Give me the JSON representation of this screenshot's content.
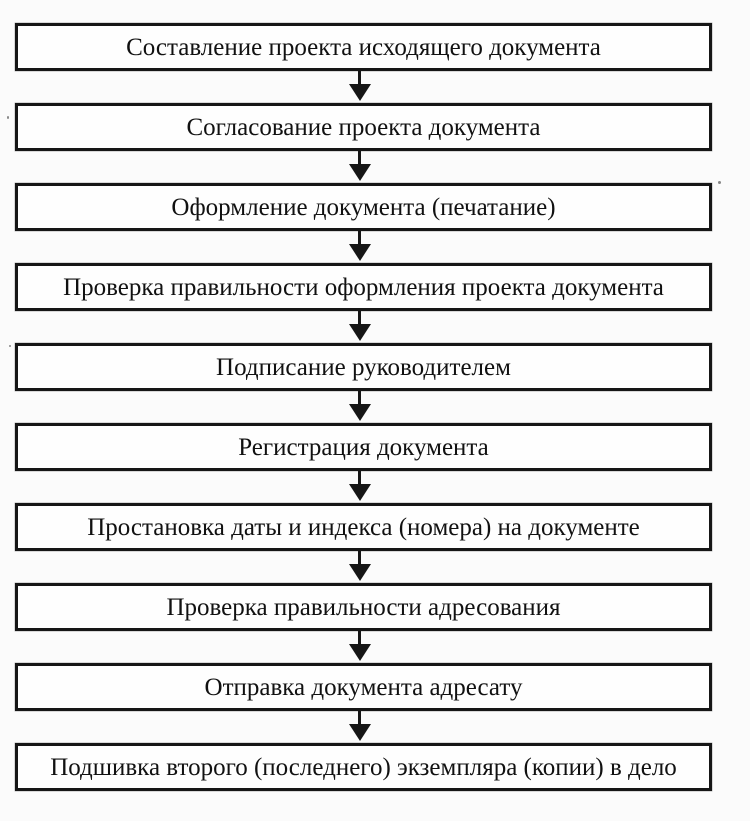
{
  "diagram": {
    "type": "flowchart",
    "direction": "top-down",
    "connector": "down-arrow",
    "steps": [
      {
        "label": "Составление проекта исходящего документа"
      },
      {
        "label": "Согласование проекта документа"
      },
      {
        "label": "Оформление документа (печатание)"
      },
      {
        "label": "Проверка правильности оформления проекта документа"
      },
      {
        "label": "Подписание руководителем"
      },
      {
        "label": "Регистрация документа"
      },
      {
        "label": "Простановка даты и индекса (номера) на документе"
      },
      {
        "label": "Проверка правильности адресования"
      },
      {
        "label": "Отправка документа адресату"
      },
      {
        "label": "Подшивка второго (последнего) экземпляра (копии) в дело"
      }
    ]
  },
  "colors": {
    "line": "#161616",
    "box_background": "#fefefe",
    "page_background": "#fbfbfb",
    "text": "#111111"
  }
}
